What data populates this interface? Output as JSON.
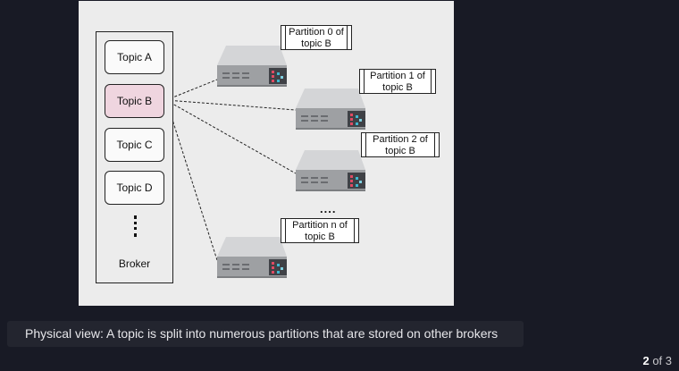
{
  "diagram": {
    "broker": {
      "label": "Broker",
      "topics": [
        "Topic A",
        "Topic B",
        "Topic C",
        "Topic D"
      ],
      "highlighted_topic": "Topic B"
    },
    "partitions": [
      {
        "line1": "Partition 0 of",
        "line2": "topic B"
      },
      {
        "line1": "Partition 1 of",
        "line2": "topic B"
      },
      {
        "line1": "Partition 2 of",
        "line2": "topic B"
      },
      {
        "line1": "Partition n of",
        "line2": "topic B"
      }
    ],
    "ellipsis": "....",
    "colors": {
      "highlight": "#efd5df",
      "server_body": "#9ea0a3",
      "server_top": "#d7d8da"
    }
  },
  "caption": "Physical view: A topic is split into numerous partitions that are stored on other brokers",
  "pager": {
    "current": "2",
    "of_text": "of 3"
  }
}
